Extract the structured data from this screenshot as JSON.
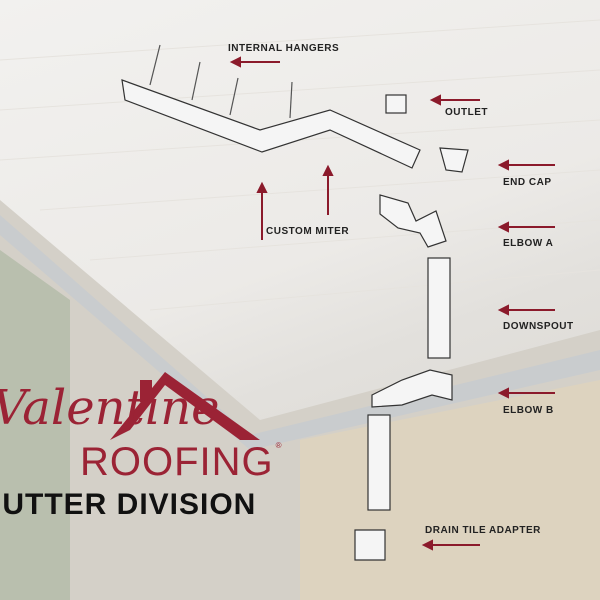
{
  "labels": {
    "internal_hangers": "INTERNAL HANGERS",
    "outlet": "OUTLET",
    "end_cap": "END CAP",
    "custom_miter": "CUSTOM MITER",
    "elbow_a": "ELBOW A",
    "downspout": "DOWNSPOUT",
    "elbow_b": "ELBOW B",
    "drain_tile_adapter": "DRAIN TILE ADAPTER"
  },
  "logo": {
    "script": "Valentine",
    "roofing": "ROOFING",
    "registered": "®",
    "division": "GUTTER DIVISION"
  },
  "colors": {
    "accent": "#8b1a2b",
    "brand": "#9b2335"
  }
}
